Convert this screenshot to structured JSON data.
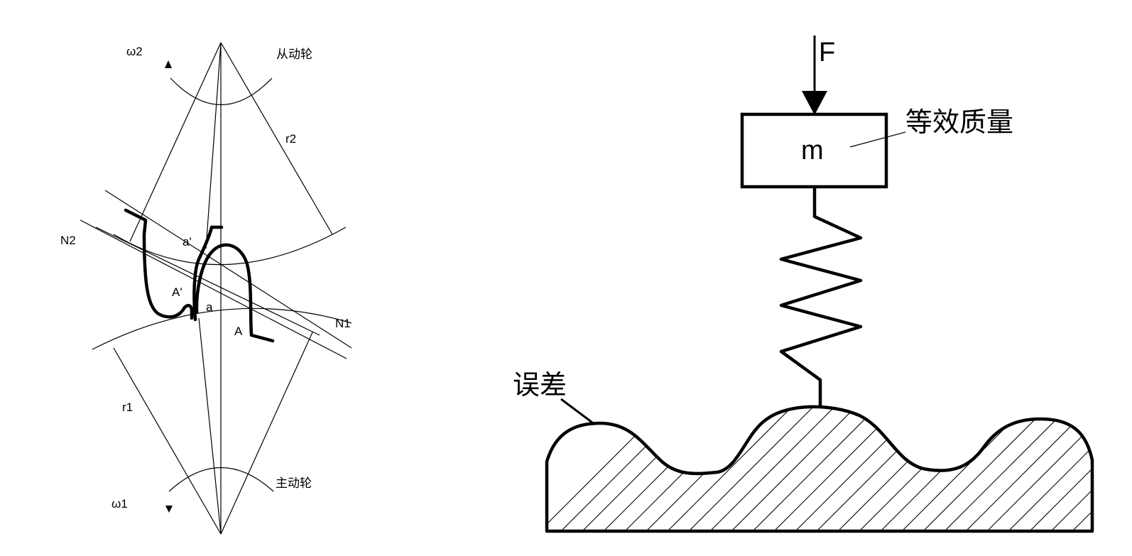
{
  "gear": {
    "omega2": "ω2",
    "driven": "从动轮",
    "r2": "r2",
    "N2": "N2",
    "a_prime": "a'",
    "A_prime": "A'",
    "a": "a",
    "A": "A",
    "N1": "N1",
    "r1": "r1",
    "driver": "主动轮",
    "omega1": "ω1"
  },
  "model": {
    "force": "F",
    "mass_symbol": "m",
    "mass_label": "等效质量",
    "error_label": "误差"
  }
}
